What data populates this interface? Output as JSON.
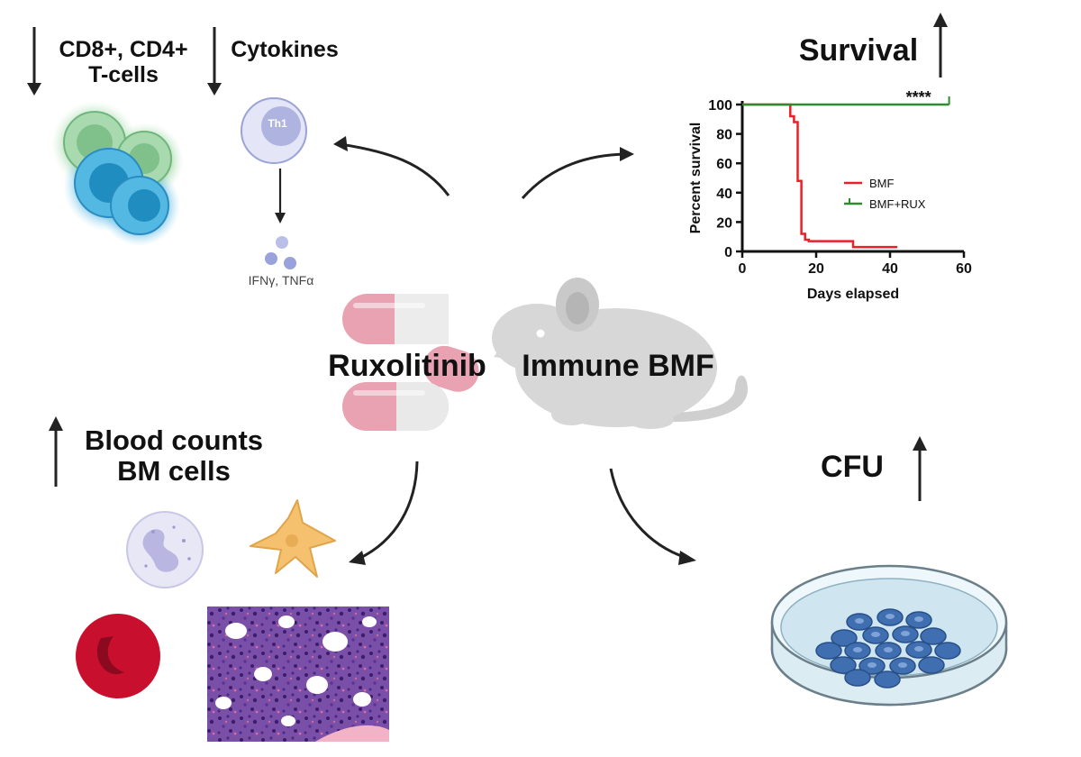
{
  "labels": {
    "tcells_line1": "CD8+, CD4+",
    "tcells_line2": "T-cells",
    "cytokines": "Cytokines",
    "th1": "Th1",
    "cytokine_names": "IFNγ, TNFα",
    "survival": "Survival",
    "drug": "Ruxolitinib",
    "model": "Immune BMF",
    "blood_line1": "Blood counts",
    "blood_line2": "BM cells",
    "cfu": "CFU"
  },
  "arrows": {
    "tcells": "down",
    "cytokines": "down",
    "survival": "up",
    "blood_counts": "up",
    "cfu": "up"
  },
  "icons": [
    "t-cell-cluster-icon",
    "th1-cell-icon",
    "cytokine-granules-icon",
    "capsule-pills-icon",
    "mouse-silhouette-icon",
    "neutrophil-icon",
    "dendritic-cell-icon",
    "red-blood-cell-icon",
    "bone-marrow-histology-icon",
    "petri-dish-colonies-icon"
  ],
  "colors": {
    "bmf": "#e8202a",
    "bmf_rux": "#2e8b2e",
    "pill_pink": "#e8a2b1",
    "mouse": "#d7d7d7",
    "tcell_blue": "#3aa6d8",
    "tcell_green": "#7fc58a",
    "th1_purple": "#bfc3ea"
  },
  "chart_data": {
    "type": "line",
    "title": "",
    "xlabel": "Days elapsed",
    "ylabel": "Percent survival",
    "xlim": [
      0,
      60
    ],
    "ylim": [
      0,
      100
    ],
    "xticks": [
      0,
      20,
      40,
      60
    ],
    "yticks": [
      0,
      20,
      40,
      60,
      80,
      100
    ],
    "annotation": "****",
    "series": [
      {
        "name": "BMF",
        "step": true,
        "x": [
          0,
          13,
          13,
          14,
          14,
          15,
          15,
          16,
          16,
          17,
          17,
          18,
          18,
          30,
          30,
          42
        ],
        "y": [
          100,
          100,
          92,
          92,
          88,
          88,
          48,
          48,
          12,
          12,
          8,
          8,
          7,
          7,
          3,
          3
        ]
      },
      {
        "name": "BMF+RUX",
        "step": true,
        "x": [
          0,
          56
        ],
        "y": [
          100,
          100
        ]
      }
    ]
  }
}
